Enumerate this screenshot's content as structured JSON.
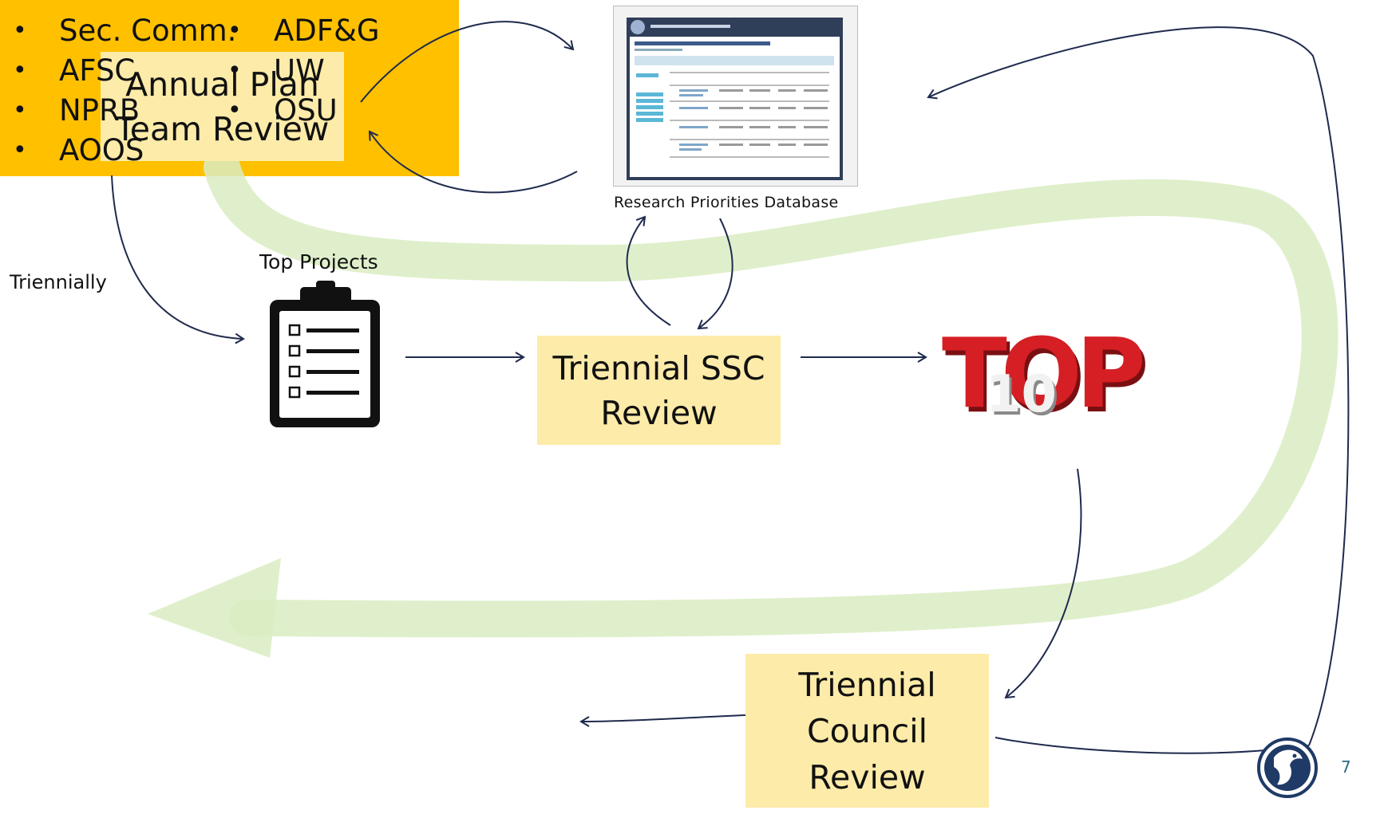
{
  "boxes": {
    "annual_plan": [
      "Annual Plan",
      "Team Review"
    ],
    "triennial_ssc": [
      "Triennial SSC",
      "Review"
    ],
    "triennial_council": [
      "Triennial",
      "Council",
      "Review"
    ]
  },
  "labels": {
    "research_priorities_database": "Research Priorities Database",
    "triennially": "Triennially",
    "top_projects": "Top Projects",
    "page_number": "7"
  },
  "top10": {
    "word": "TOP",
    "number": "10"
  },
  "organizations": {
    "bullet": "•",
    "left_column": [
      "Sec. Comm.",
      "AFSC",
      "NPRB",
      "AOOS"
    ],
    "right_column": [
      "ADF&G",
      "UW",
      "OSU"
    ]
  },
  "colors": {
    "box_fill": "#fdeba9",
    "org_fill": "#ffc000",
    "arrow": "#1f2a4d",
    "flow_band": "#d9ecc2"
  },
  "icons": [
    "clipboard-icon",
    "database-screenshot-icon",
    "fisheries-logo-icon",
    "top10-icon"
  ]
}
